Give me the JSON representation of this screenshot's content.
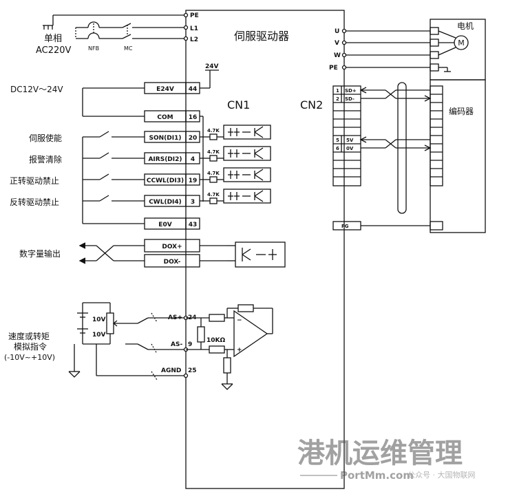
{
  "power": {
    "phase_label": "单相",
    "voltage_label": "AC220V",
    "nfb_label": "NFB",
    "mc_label": "MC",
    "terminals": [
      "PE",
      "L1",
      "L2"
    ]
  },
  "driver_title": "伺服驱动器",
  "cn1_label": "CN1",
  "cn2_label": "CN2",
  "supply_label": "DC12V～24V",
  "v24_label": "24V",
  "cn1_pins": [
    {
      "name": "E24V",
      "pin": "44"
    },
    {
      "name": "COM",
      "pin": "16"
    },
    {
      "name": "SON(DI1)",
      "pin": "20"
    },
    {
      "name": "AIRS(DI2)",
      "pin": "4"
    },
    {
      "name": "CCWL(DI3)",
      "pin": "19"
    },
    {
      "name": "CWL(DI4)",
      "pin": "3"
    },
    {
      "name": "E0V",
      "pin": "43"
    },
    {
      "name": "DOX+",
      "pin": ""
    },
    {
      "name": "DOX-",
      "pin": ""
    }
  ],
  "input_labels": [
    "伺服使能",
    "报警清除",
    "正转驱动禁止",
    "反转驱动禁止"
  ],
  "resistor_label": "4.7K",
  "digital_output_label": "数字量输出",
  "analog": {
    "label_line1": "速度或转矩",
    "label_line2": "模拟指令",
    "label_line3": "(-10V~+10V)",
    "v_top": "10V",
    "v_bottom": "10V",
    "pin_as_plus": "AS+",
    "pin_as_plus_num": "24",
    "pin_as_minus": "AS-",
    "pin_as_minus_num": "9",
    "pin_agnd": "AGND",
    "pin_agnd_num": "25",
    "resistor": "10KΩ"
  },
  "motor": {
    "title": "电机",
    "symbol": "M",
    "phases": [
      "U",
      "V",
      "W",
      "PE"
    ]
  },
  "encoder": {
    "title": "编码器",
    "pins": [
      {
        "num": "1",
        "name": "SD+"
      },
      {
        "num": "2",
        "name": "SD-"
      },
      {
        "num": "5",
        "name": "5V"
      },
      {
        "num": "6",
        "name": "0V"
      },
      {
        "num": "",
        "name": "FG"
      }
    ]
  },
  "watermark": {
    "main": "港机运维管理",
    "sub": "PortMm.com",
    "sub2": "公众号 · 大国物联网"
  }
}
